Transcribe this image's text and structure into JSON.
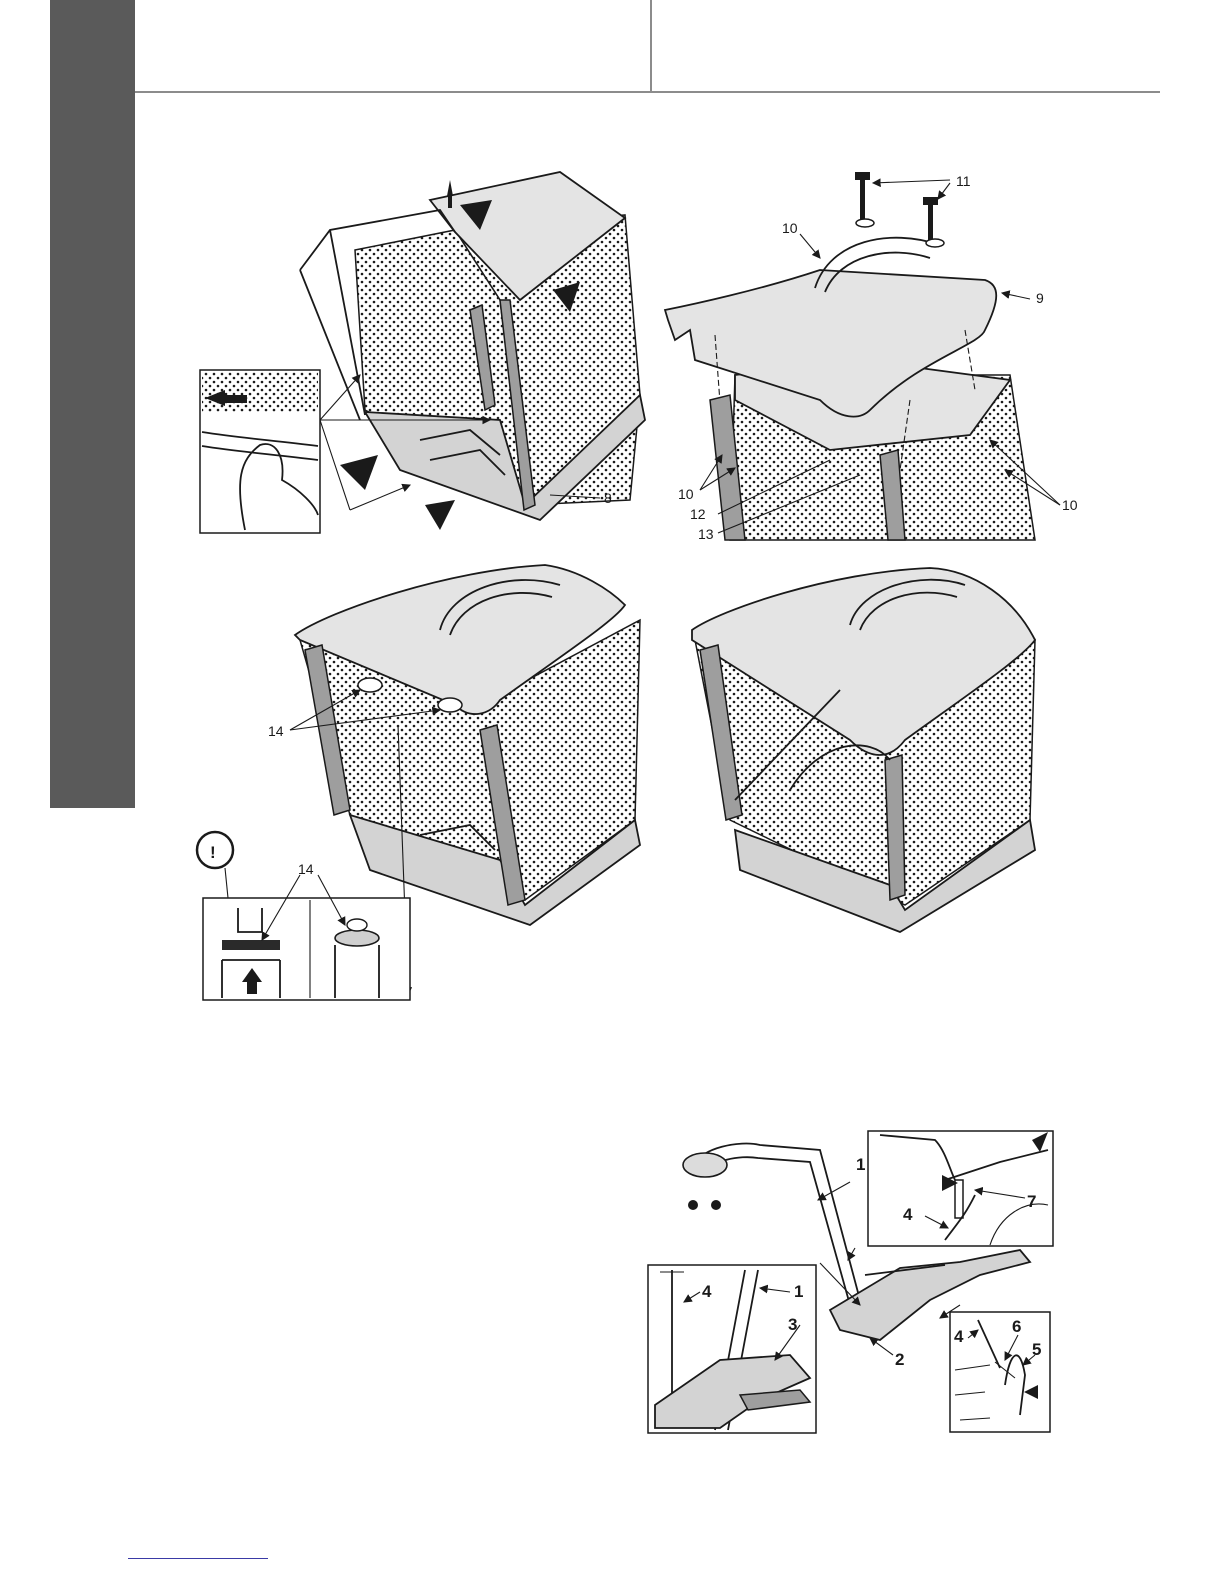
{
  "header": {
    "left_title": "",
    "right_title": ""
  },
  "figure_top_left": {
    "callouts": {
      "bag": "8"
    }
  },
  "figure_top_right": {
    "callouts": {
      "lid": "9",
      "handle": "10",
      "bolts": "11",
      "fastener_12": "12",
      "fastener_13": "13",
      "clips_left": "10",
      "clips_right": "10"
    }
  },
  "figure_mid_left": {
    "callouts": {
      "grommets": "14",
      "detail_grommet": "14"
    },
    "warning_symbol": "!"
  },
  "figure_bottom": {
    "callouts": {
      "handle_bar": "1",
      "deflector": "2",
      "bracket": "3",
      "spring_detail_a": "4",
      "spring_detail_b": "4",
      "spring_detail_c": "4",
      "pin": "5",
      "clip": "6",
      "rod": "7",
      "handle_bar_detail": "1"
    }
  }
}
